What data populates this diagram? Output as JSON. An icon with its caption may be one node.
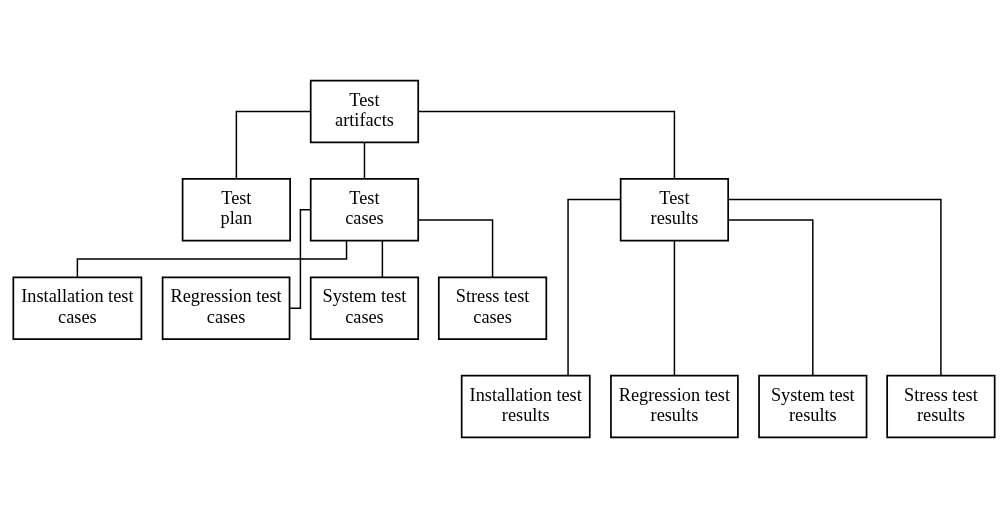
{
  "diagram": {
    "nodes": [
      {
        "text": [
          "Test artifacts"
        ]
      },
      {
        "text": [
          "Test plan"
        ]
      },
      {
        "text": [
          "Test cases"
        ]
      },
      {
        "text": [
          "Test results"
        ]
      },
      {
        "text": [
          "Installation test cases"
        ]
      },
      {
        "text": [
          "Regression test cases"
        ]
      },
      {
        "text": [
          "System test cases"
        ]
      },
      {
        "text": [
          "Stress test cases"
        ]
      },
      {
        "text": [
          "Installation test results"
        ]
      },
      {
        "text": [
          "Regression test results"
        ]
      },
      {
        "text": [
          "System test results"
        ]
      },
      {
        "text": [
          "Stress test results"
        ]
      }
    ],
    "edges": [
      {
        "from": 0,
        "to": 1,
        "arrow": "none"
      },
      {
        "from": 0,
        "to": 2,
        "arrow": "none"
      },
      {
        "from": 0,
        "to": 3,
        "arrow": "none"
      },
      {
        "from": 2,
        "to": 4,
        "arrow": "none"
      },
      {
        "from": 2,
        "to": 5,
        "arrow": "none"
      },
      {
        "from": 2,
        "to": 6,
        "arrow": "none"
      },
      {
        "from": 2,
        "to": 7,
        "arrow": "none"
      },
      {
        "from": 3,
        "to": 8,
        "arrow": "none"
      },
      {
        "from": 3,
        "to": 9,
        "arrow": "none"
      },
      {
        "from": 3,
        "to": 10,
        "arrow": "none"
      },
      {
        "from": 3,
        "to": 11,
        "arrow": "none"
      }
    ]
  }
}
